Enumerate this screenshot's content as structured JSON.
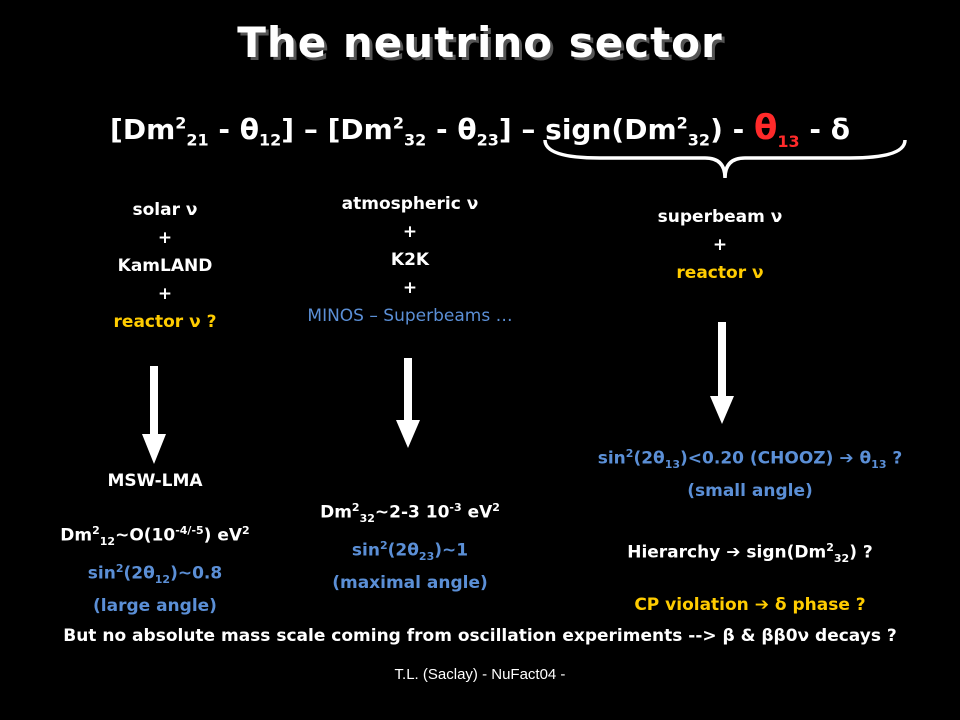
{
  "title": "The neutrino sector",
  "params": {
    "p1_open": "[",
    "delta_sym": "D",
    "m": "m",
    "sq": "2",
    "sub21": "21",
    "dash": " - ",
    "theta": "θ",
    "sub12": "12",
    "close_sep": "] – [",
    "sub32": "32",
    "sub23": "23",
    "close_sign": "] – sign(",
    "paren_close": ") - ",
    "sub13": "13",
    "delta_cp": "δ"
  },
  "solar": {
    "l1": "solar ν",
    "l2": "+",
    "l3": "KamLAND",
    "l4": "+",
    "l5": "reactor ν ?"
  },
  "atmos": {
    "l1": "atmospheric ν",
    "l2": "+",
    "l3": "K2K",
    "l4": "+",
    "l5": "MINOS – Superbeams …"
  },
  "superbeam": {
    "l1": "superbeam ν",
    "l2": "+",
    "l3": "reactor ν"
  },
  "results_solar": {
    "title": "MSW-LMA",
    "line1_pre": "Dm",
    "line1_sup": "2",
    "line1_sub": "12",
    "line1_mid": "~O(10",
    "line1_exp": "-4/-5",
    "line1_end": ") eV",
    "line1_ev": "2",
    "line2_pre": "sin",
    "line2_sup": "2",
    "line2_mid": "(2θ",
    "line2_sub": "12",
    "line2_end": ")~0.8",
    "line3": "(large angle)"
  },
  "results_atmos": {
    "line1_pre": "Dm",
    "line1_sup": "2",
    "line1_sub": "32",
    "line1_mid": "~2-3 10",
    "line1_exp": "-3",
    "line1_end": " eV",
    "line1_ev": "2",
    "line2_pre": "sin",
    "line2_sup": "2",
    "line2_mid": "(2θ",
    "line2_sub": "23",
    "line2_end": ")~1",
    "line3": "(maximal angle)"
  },
  "results_super": {
    "line1_pre": "sin",
    "line1_sup": "2",
    "line1_mid": "(2θ",
    "line1_sub": "13",
    "line1_end": ")<0.20 (CHOOZ)",
    "arrow": "➔",
    "line1_theta": "θ",
    "line1_theta_sub": "13",
    "line1_q": " ?",
    "line2": "(small angle)",
    "hier_label": "Hierarchy",
    "hier_sign": "sign(",
    "hier_dm": "Dm",
    "hier_sup": "2",
    "hier_sub": "32",
    "hier_end": ") ?",
    "cp_label": "CP violation",
    "cp_delta": "δ",
    "cp_end": " phase ?"
  },
  "footer": "But no absolute mass scale coming from oscillation experiments --> β & ββ0ν  decays ?",
  "credit": "T.L. (Saclay) - NuFact04 -",
  "colors": {
    "background": "#000000",
    "text": "#ffffff",
    "yellow": "#ffcc00",
    "blue": "#5b8fd6",
    "red": "#ff2a2a"
  }
}
